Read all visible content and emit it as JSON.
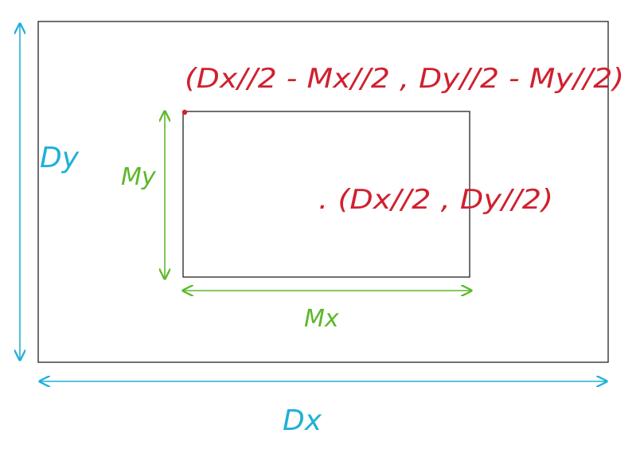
{
  "colors": {
    "outer_rect": "#222222",
    "inner_rect": "#222222",
    "display_dims": "#1fb0d8",
    "monitor_dims": "#5cb82a",
    "coordinates": "#d0202e"
  },
  "labels": {
    "display_width": "Dx",
    "display_height": "Dy",
    "monitor_width": "Mx",
    "monitor_height": "My",
    "top_left_coord": "(Dx//2 - Mx//2 , Dy//2 - My//2)",
    "center_coord": ". (Dx//2 , Dy//2)"
  }
}
